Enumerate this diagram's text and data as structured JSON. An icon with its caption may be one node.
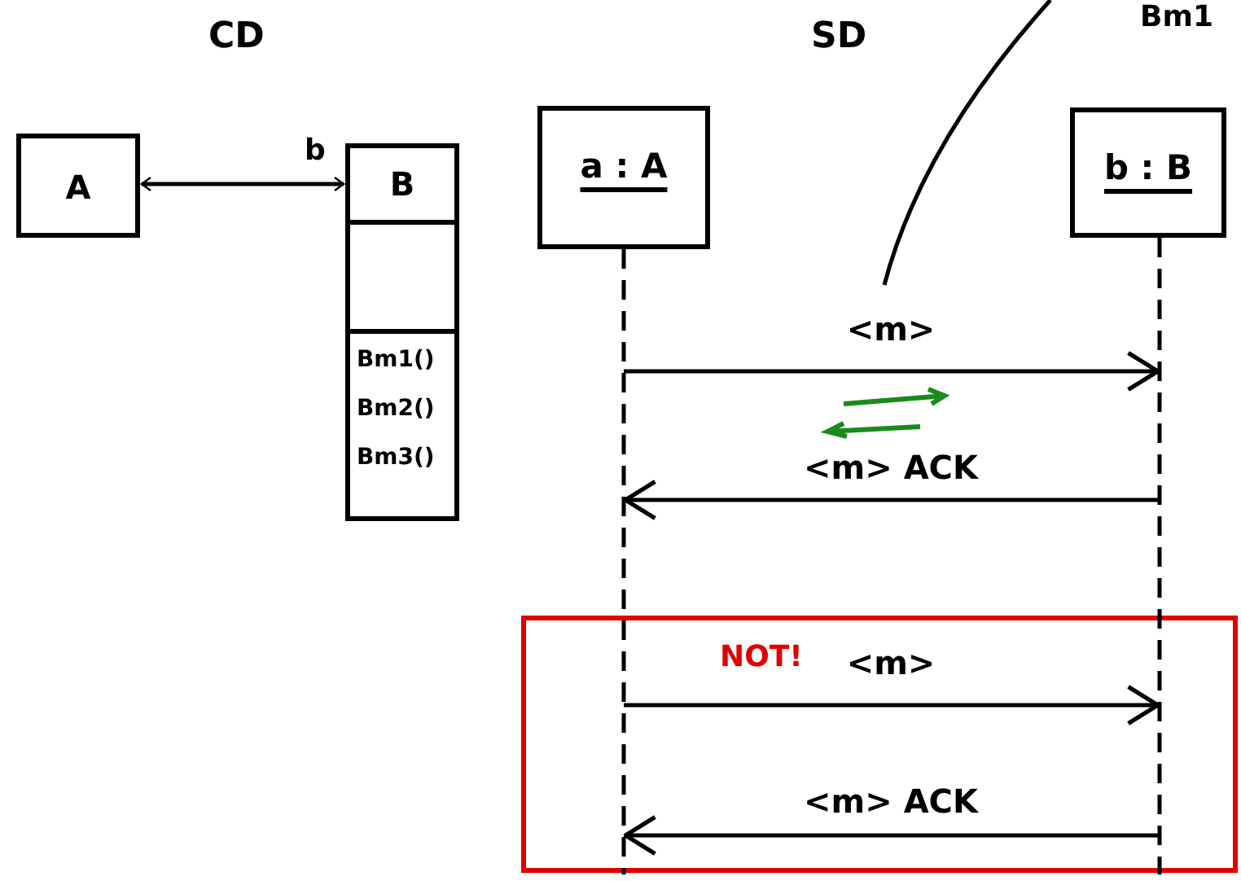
{
  "diagram": {
    "nodes": [
      {
        "text": [
          "A"
        ]
      },
      {
        "text": [
          "B",
          "Bm1()",
          "Bm2()",
          "Bm3()"
        ]
      },
      {
        "text": [
          "a : A"
        ]
      },
      {
        "text": [
          "b : B"
        ]
      },
      {
        "text": [
          "Bm1"
        ]
      }
    ],
    "edges": [
      {
        "from": 0,
        "to": 1,
        "arrow": "both",
        "label": "b"
      },
      {
        "from": 2,
        "to": 3,
        "arrow": "to",
        "label": "<m>"
      },
      {
        "from": 3,
        "to": 2,
        "arrow": "to",
        "label": "<m> ACK"
      },
      {
        "from": 2,
        "to": 3,
        "arrow": "to",
        "label": "<m>"
      },
      {
        "from": 3,
        "to": 2,
        "arrow": "to",
        "label": "<m> ACK"
      },
      {
        "from": null,
        "to": 4,
        "arrow": "none"
      }
    ],
    "labels": [
      "CD",
      "SD",
      "NOT!"
    ]
  }
}
